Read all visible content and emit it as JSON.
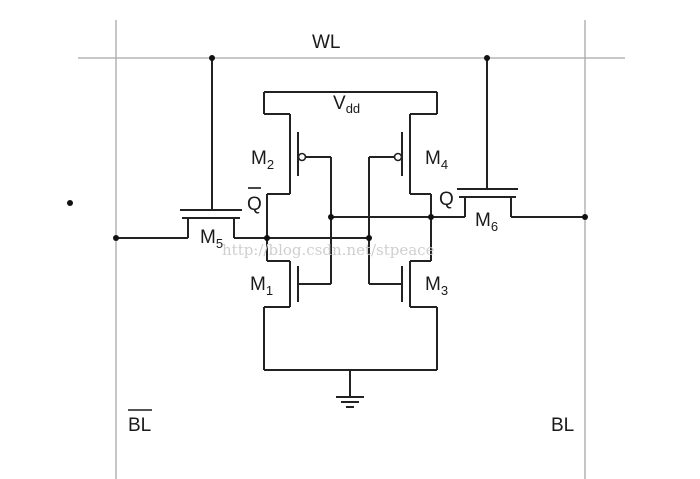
{
  "labels": {
    "wl": "WL",
    "vdd_main": "V",
    "vdd_sub": "dd",
    "m2_main": "M",
    "m2_sub": "2",
    "m4_main": "M",
    "m4_sub": "4",
    "m5_main": "M",
    "m5_sub": "5",
    "m6_main": "M",
    "m6_sub": "6",
    "m1_main": "M",
    "m1_sub": "1",
    "m3_main": "M",
    "m3_sub": "3",
    "qbar": "Q",
    "q": "Q",
    "blbar": "BL",
    "bl": "BL"
  },
  "watermark": "http://blog.csdn.net/stpeace",
  "colors": {
    "wire": "#222222",
    "rail": "#a8a8a8",
    "watermark": "#cfcfcf",
    "background": "#ffffff"
  }
}
